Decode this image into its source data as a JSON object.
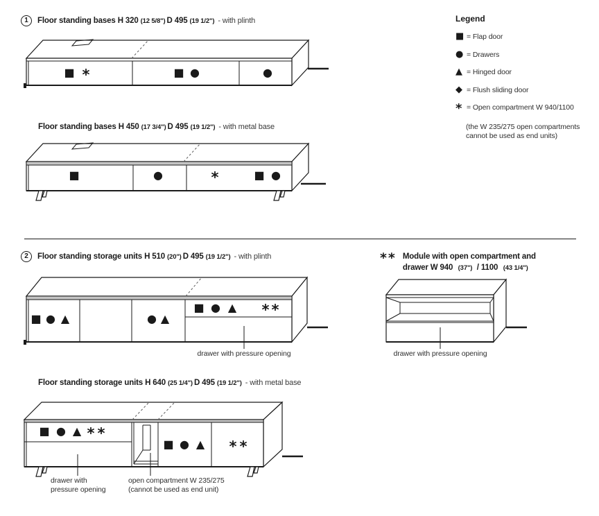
{
  "symbols": {
    "square": "■",
    "circle": "●",
    "triangle": "▲",
    "diamond": "◆",
    "star": "*"
  },
  "headings": {
    "h1": {
      "num": "1",
      "main": "Floor standing bases H 320",
      "dim1": "(12 5/8\")",
      "mid": "D 495",
      "dim2": "(19 1/2\")",
      "tail": "- with plinth"
    },
    "h2": {
      "main": "Floor standing bases H 450",
      "dim1": "(17 3/4\")",
      "mid": "D 495",
      "dim2": "(19 1/2\")",
      "tail": "- with metal base"
    },
    "h3": {
      "num": "2",
      "main": "Floor standing storage units H 510",
      "dim1": "(20\")",
      "mid": "D 495",
      "dim2": "(19 1/2\")",
      "tail": "- with plinth"
    },
    "h4": {
      "main": "Floor standing storage units H 640",
      "dim1": "(25 1/4\")",
      "mid": "D 495",
      "dim2": "(19 1/2\")",
      "tail": "- with metal base"
    },
    "module": {
      "stars": "**",
      "line1": "Module with open compartment and",
      "line2_main": "drawer W 940",
      "line2_dim1": "(37\")",
      "line2_mid": "/ 1100",
      "line2_dim2": "(43 1/4\")"
    }
  },
  "legend": {
    "title": "Legend",
    "items": [
      {
        "symbol": "■",
        "label": "= Flap door"
      },
      {
        "symbol": "●",
        "label": "= Drawers"
      },
      {
        "symbol": "▲",
        "label": "= Hinged door"
      },
      {
        "symbol": "◆",
        "label": "= Flush sliding door"
      },
      {
        "symbol": "*",
        "label": "= Open compartment W 940/1100"
      }
    ],
    "note_line1": "(the W 235/275 open compartments",
    "note_line2": "cannot be used as end units)"
  },
  "annotations": {
    "drawer_pressure": "drawer with pressure opening",
    "drawer_line1": "drawer with",
    "drawer_line2": "pressure opening",
    "compartment_line1": "open compartment W 235/275",
    "compartment_line2": "(cannot be used as end unit)"
  }
}
